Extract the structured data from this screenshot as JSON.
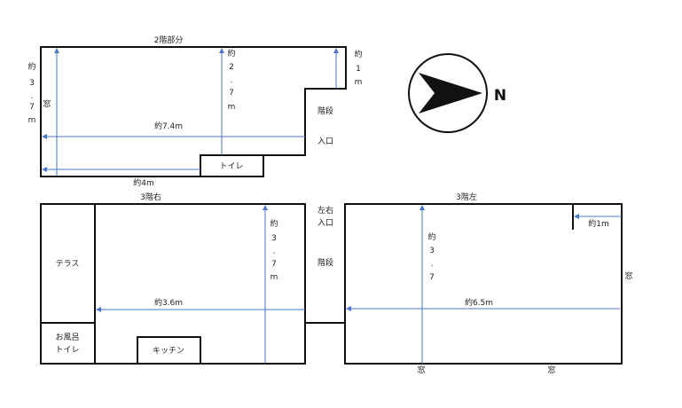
{
  "floor2": {
    "title": "2階部分",
    "height_label_chars": [
      "約",
      "3",
      ".",
      "7",
      "m"
    ],
    "window": "窓",
    "inner_height_chars": [
      "約",
      "2",
      ".",
      "7",
      "m"
    ],
    "right_height_chars": [
      "約",
      "1",
      "m"
    ],
    "stairs": "階段",
    "entrance": "入口",
    "width_label": "約7.4m",
    "toilet": "トイレ",
    "bottom_width_label": "約4m"
  },
  "floor3_right": {
    "title": "3階右",
    "terrace": "テラス",
    "bath_line1": "お風呂",
    "bath_line2": "トイレ",
    "kitchen": "キッチン",
    "height_chars": [
      "約",
      "3",
      ".",
      "7",
      "m"
    ],
    "width_label": "約3.6m"
  },
  "floor3_stairs": {
    "label_line1": "左右",
    "label_line2": "入口",
    "stairs": "階段"
  },
  "floor3_left": {
    "title": "3階左",
    "height_chars": [
      "約",
      "3",
      ".",
      "7"
    ],
    "one_m_label": "約1m",
    "width_label": "約6.5m",
    "window_right": "窓",
    "window_bottom_1": "窓",
    "window_bottom_2": "窓"
  },
  "compass": {
    "label": "N"
  }
}
